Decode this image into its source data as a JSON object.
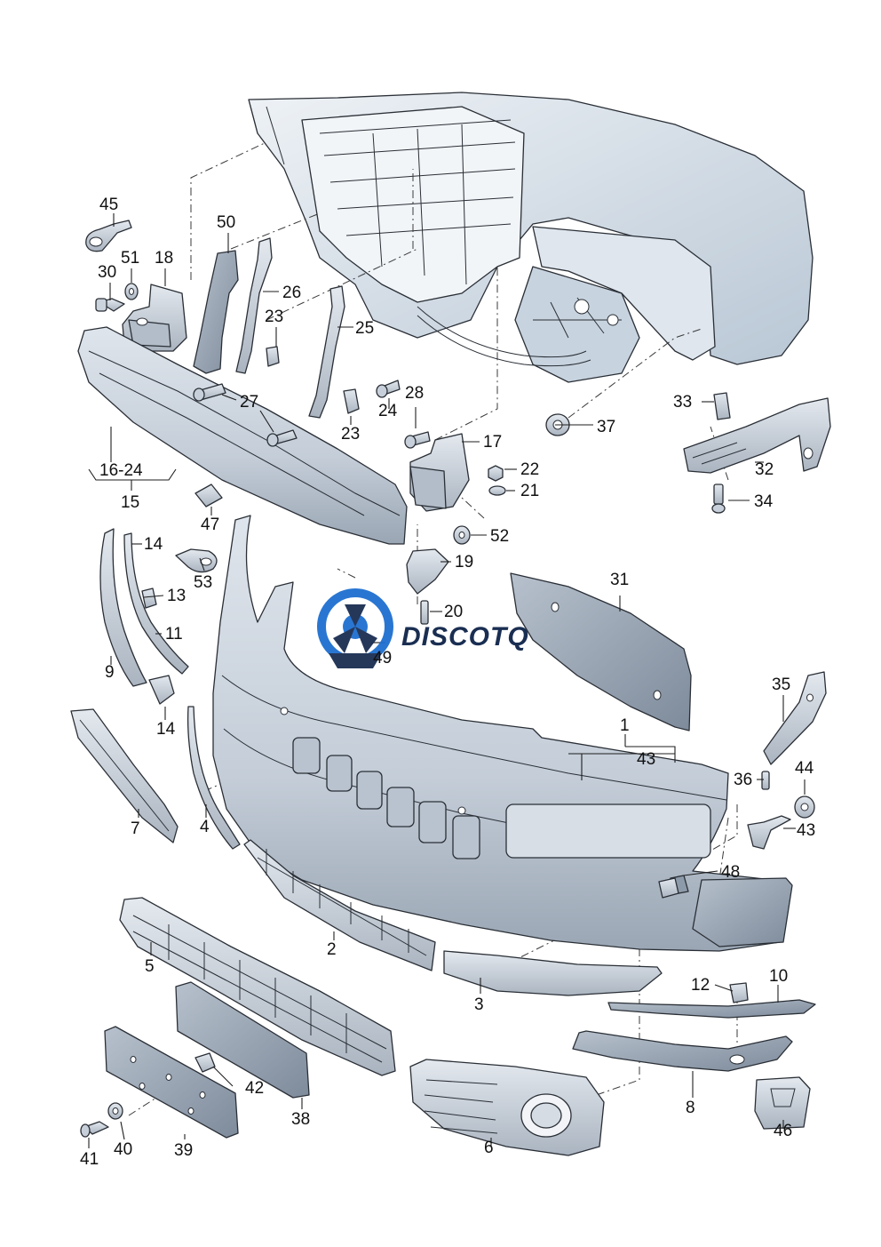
{
  "colors": {
    "part_fill": "#d3dae2",
    "part_shade": "#a9b3bf",
    "body_shade": "#c9d6e2",
    "outline": "#2a2f36",
    "brand_blue": "#1e6fd0",
    "brand_text": "#1a2e52"
  },
  "watermark": {
    "text": "DISCOTQ",
    "icon": "discotq-logo-icon"
  },
  "labels": {
    "l1": "1",
    "l2": "2",
    "l3": "3",
    "l4": "4",
    "l5": "5",
    "l6": "6",
    "l7": "7",
    "l8": "8",
    "l9": "9",
    "l10": "10",
    "l11": "11",
    "l12": "12",
    "l13": "13",
    "l14a": "14",
    "l14b": "14",
    "l15": "15",
    "l16_24": "16-24",
    "l17": "17",
    "l18": "18",
    "l19": "19",
    "l20": "20",
    "l21": "21",
    "l22": "22",
    "l23a": "23",
    "l23b": "23",
    "l24": "24",
    "l25": "25",
    "l26": "26",
    "l27": "27",
    "l28": "28",
    "l30": "30",
    "l31": "31",
    "l32": "32",
    "l33": "33",
    "l34": "34",
    "l35": "35",
    "l36": "36",
    "l37": "37",
    "l38": "38",
    "l39": "39",
    "l40": "40",
    "l41": "41",
    "l42": "42",
    "l43a": "43",
    "l43b": "43",
    "l44": "44",
    "l45": "45",
    "l46": "46",
    "l47": "47",
    "l48": "48",
    "l49": "49",
    "l50": "50",
    "l51": "51",
    "l52": "52",
    "l53": "53"
  }
}
